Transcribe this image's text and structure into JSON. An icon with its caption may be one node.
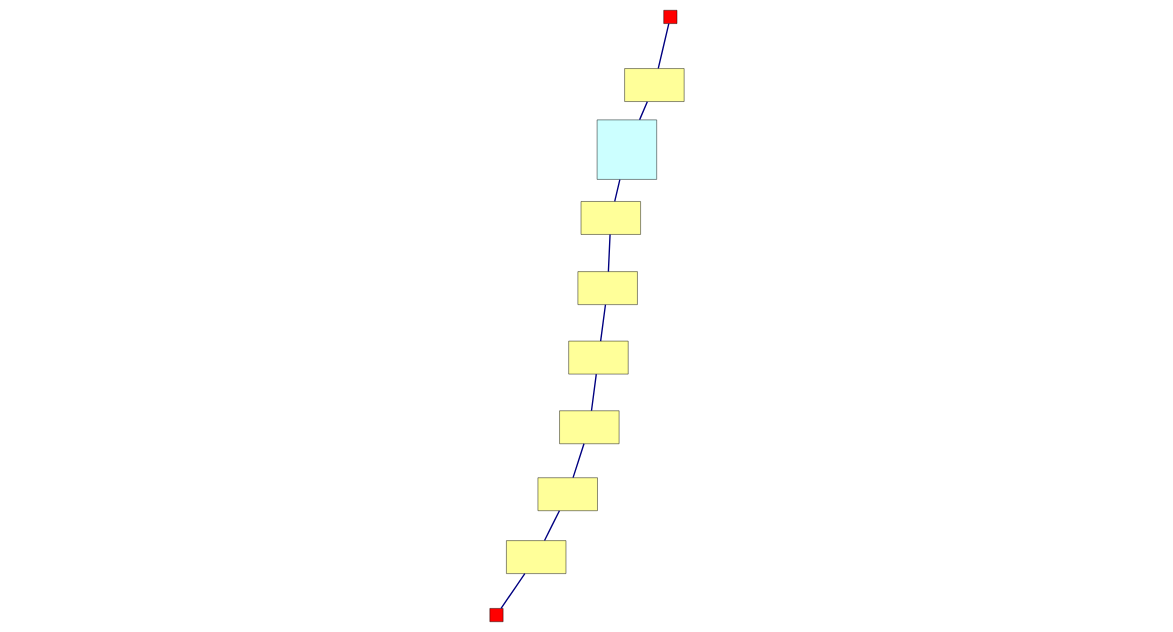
{
  "diagram": {
    "nodes": [
      {
        "text": [],
        "shape": "box"
      },
      {
        "text": [],
        "shape": "box"
      },
      {
        "text": [],
        "shape": "box"
      },
      {
        "text": [],
        "shape": "box"
      },
      {
        "text": [],
        "shape": "box"
      },
      {
        "text": [],
        "shape": "box"
      },
      {
        "text": [],
        "shape": "box"
      },
      {
        "text": [],
        "shape": "box"
      },
      {
        "text": [],
        "shape": "box"
      },
      {
        "text": [],
        "shape": "box"
      }
    ],
    "edges": [
      {
        "from": 5,
        "to": 7,
        "arrow": "none"
      },
      {
        "from": 7,
        "to": 3,
        "arrow": "none"
      },
      {
        "from": 3,
        "to": 0,
        "arrow": "none"
      },
      {
        "from": 0,
        "to": 1,
        "arrow": "none"
      },
      {
        "from": 1,
        "to": 2,
        "arrow": "none"
      },
      {
        "from": 2,
        "to": 4,
        "arrow": "none"
      },
      {
        "from": 4,
        "to": 9,
        "arrow": "none"
      },
      {
        "from": 9,
        "to": 8,
        "arrow": "none"
      },
      {
        "from": 8,
        "to": 6,
        "arrow": "none"
      }
    ]
  }
}
